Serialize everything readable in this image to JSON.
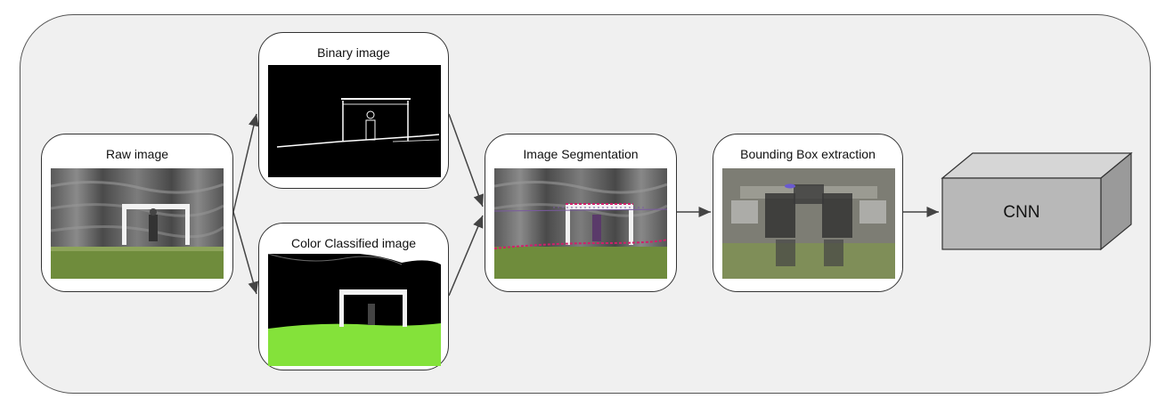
{
  "nodes": {
    "raw": {
      "title": "Raw image"
    },
    "binary": {
      "title": "Binary image"
    },
    "color": {
      "title": "Color Classified image"
    },
    "segmentation": {
      "title": "Image Segmentation"
    },
    "bbox": {
      "title": "Bounding Box extraction"
    },
    "cnn": {
      "label": "CNN"
    }
  },
  "colors": {
    "background_panel": "#f0f0f0",
    "arrow": "#444444",
    "field_green": "#84e23a",
    "cnn_box": "#b8b8b8"
  }
}
